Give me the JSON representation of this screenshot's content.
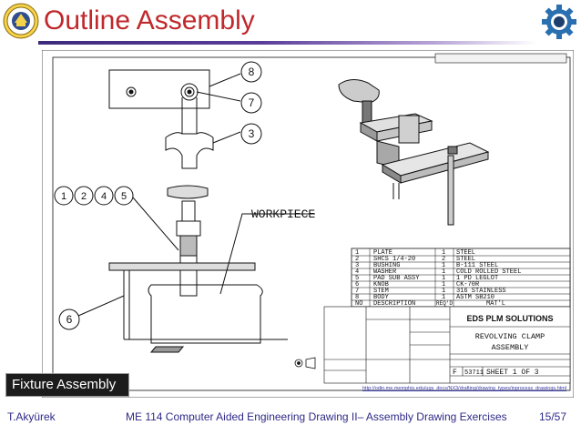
{
  "slide": {
    "title": "Outline Assembly",
    "caption": "Fixture Assembly",
    "source_url": "http://odin.me.memphis.edu/ugs_docs/NX3/drafting/drawing_types/inprocess_drawings.html",
    "colors": {
      "title": "#c0282c",
      "rule": "#3d2a7c",
      "footer_text": "#2e2a88"
    }
  },
  "logos": {
    "left_icon": "university-seal-icon",
    "right_icon": "gear-emblem-icon"
  },
  "drawing": {
    "balloons": [
      "8",
      "7",
      "3",
      "1",
      "2",
      "4",
      "5",
      "6"
    ],
    "workpiece_label": "WORKPIECE",
    "bill_of_materials": [
      {
        "no": "1",
        "description": "PLATE",
        "reqd": "1",
        "material": "STEEL"
      },
      {
        "no": "2",
        "description": "SHCS 1/4-20",
        "reqd": "2",
        "material": "STEEL"
      },
      {
        "no": "3",
        "description": "BUSHING",
        "reqd": "1",
        "material": "B-111 STEEL"
      },
      {
        "no": "4",
        "description": "WASHER",
        "reqd": "1",
        "material": "COLD ROLLED STEEL"
      },
      {
        "no": "5",
        "description": "PAD SUB ASSY",
        "reqd": "1",
        "material": "1 PD LEGLOT"
      },
      {
        "no": "6",
        "description": "KNOB",
        "reqd": "1",
        "material": "CK-70R"
      },
      {
        "no": "7",
        "description": "STEM",
        "reqd": "1",
        "material": "316 STAINLESS"
      },
      {
        "no": "8",
        "description": "BODY",
        "reqd": "1",
        "material": "ASTM SB210"
      }
    ],
    "bom_header": {
      "no": "NO",
      "description": "DESCRIPTION",
      "reqd": "REQ'D",
      "material": "MAT'L"
    },
    "title_block": {
      "company": "EDS PLM SOLUTIONS",
      "drawing_title_line1": "REVOLVING CLAMP",
      "drawing_title_line2": "ASSEMBLY",
      "size": "F",
      "code": "53711",
      "sheet": "SHEET 1 OF 3"
    }
  },
  "footer": {
    "author": "T.Akyürek",
    "course": "ME 114 Computer Aided Engineering Drawing II– Assembly Drawing Exercises",
    "page": "15/57"
  }
}
